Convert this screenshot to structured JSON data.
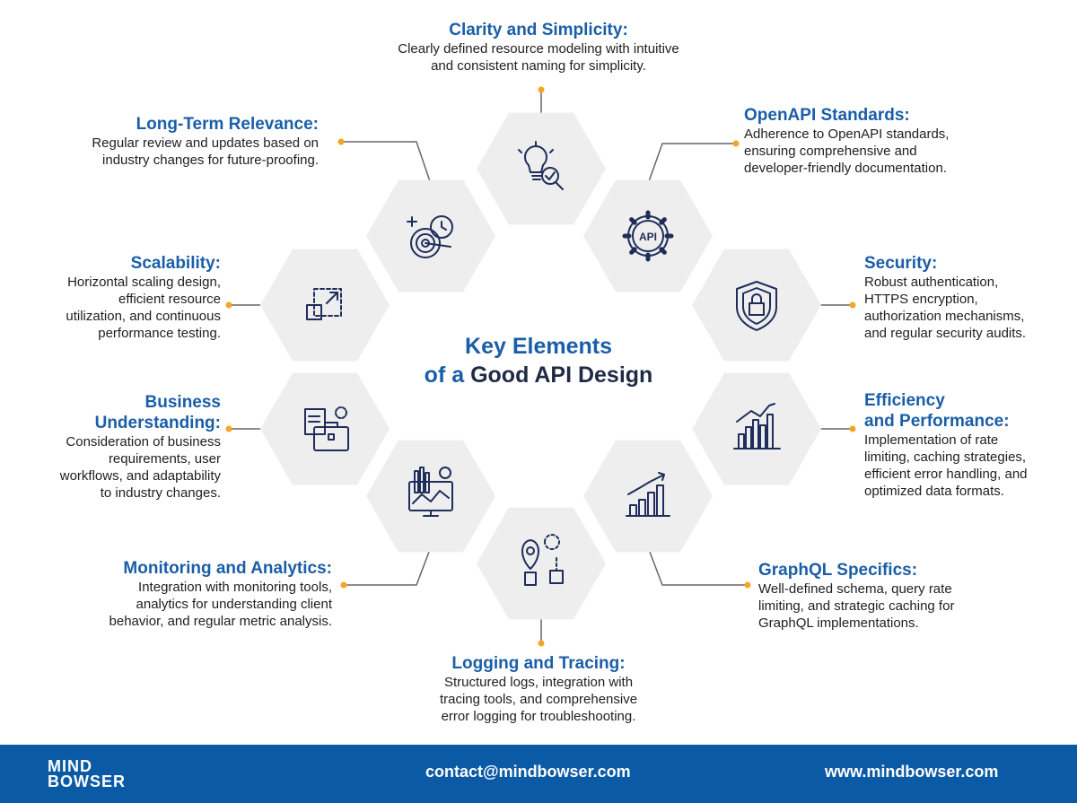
{
  "title": {
    "line1": "Key Elements",
    "line2_prefix": "of a",
    "line2_emph": "Good API Design"
  },
  "items": [
    {
      "title": "Clarity and Simplicity:",
      "desc": [
        "Clearly defined resource modeling  with intuitive",
        "and consistent naming for simplicity."
      ],
      "icon": "lightbulb-check-icon"
    },
    {
      "title": "OpenAPI Standards:",
      "desc": [
        "Adherence to OpenAPI standards,",
        "ensuring comprehensive and",
        "developer-friendly documentation."
      ],
      "icon": "api-gear-icon",
      "icon_label": "API"
    },
    {
      "title": "Security:",
      "desc": [
        "Robust authentication,",
        "HTTPS encryption,",
        "authorization mechanisms,",
        "and regular security audits."
      ],
      "icon": "shield-lock-icon"
    },
    {
      "title": [
        "Efficiency",
        "and Performance:"
      ],
      "desc": [
        "Implementation of rate",
        "limiting, caching strategies,",
        "efficient error handling, and",
        "optimized data formats."
      ],
      "icon": "bar-chart-trend-icon"
    },
    {
      "title": "GraphQL Specifics:",
      "desc": [
        "Well-defined schema, query rate",
        "limiting, and strategic caching for",
        "GraphQL implementations."
      ],
      "icon": "growth-chart-icon"
    },
    {
      "title": "Logging and Tracing:",
      "desc": [
        "Structured logs, integration with",
        "tracing tools, and comprehensive",
        "error logging for troubleshooting."
      ],
      "icon": "location-pin-box-icon"
    },
    {
      "title": "Monitoring and Analytics:",
      "desc": [
        "Integration with monitoring tools,",
        "analytics for understanding client",
        "behavior, and regular metric analysis."
      ],
      "icon": "monitor-analytics-icon"
    },
    {
      "title": [
        "Business",
        "Understanding:"
      ],
      "desc": [
        "Consideration of business",
        "requirements, user",
        "workflows, and adaptability",
        "to industry changes."
      ],
      "icon": "briefcase-documents-icon"
    },
    {
      "title": "Scalability:",
      "desc": [
        "Horizontal scaling design,",
        "efficient resource",
        "utilization, and continuous",
        "performance testing."
      ],
      "icon": "scale-up-icon"
    },
    {
      "title": "Long-Term Relevance:",
      "desc": [
        "Regular review and updates based on",
        "industry changes for future-proofing."
      ],
      "icon": "target-clock-icon"
    }
  ],
  "footer": {
    "logo_line1": "MIND",
    "logo_line2": "BOWSER",
    "email": "contact@mindbowser.com",
    "website": "www.mindbowser.com"
  },
  "colors": {
    "title_blue": "#1a5ea8",
    "hexagon": "#eeeeef",
    "icon_navy": "#1f2d5a",
    "dot_orange": "#f5a623",
    "line_gray": "#666666",
    "footer_blue": "#0b5aa6"
  }
}
